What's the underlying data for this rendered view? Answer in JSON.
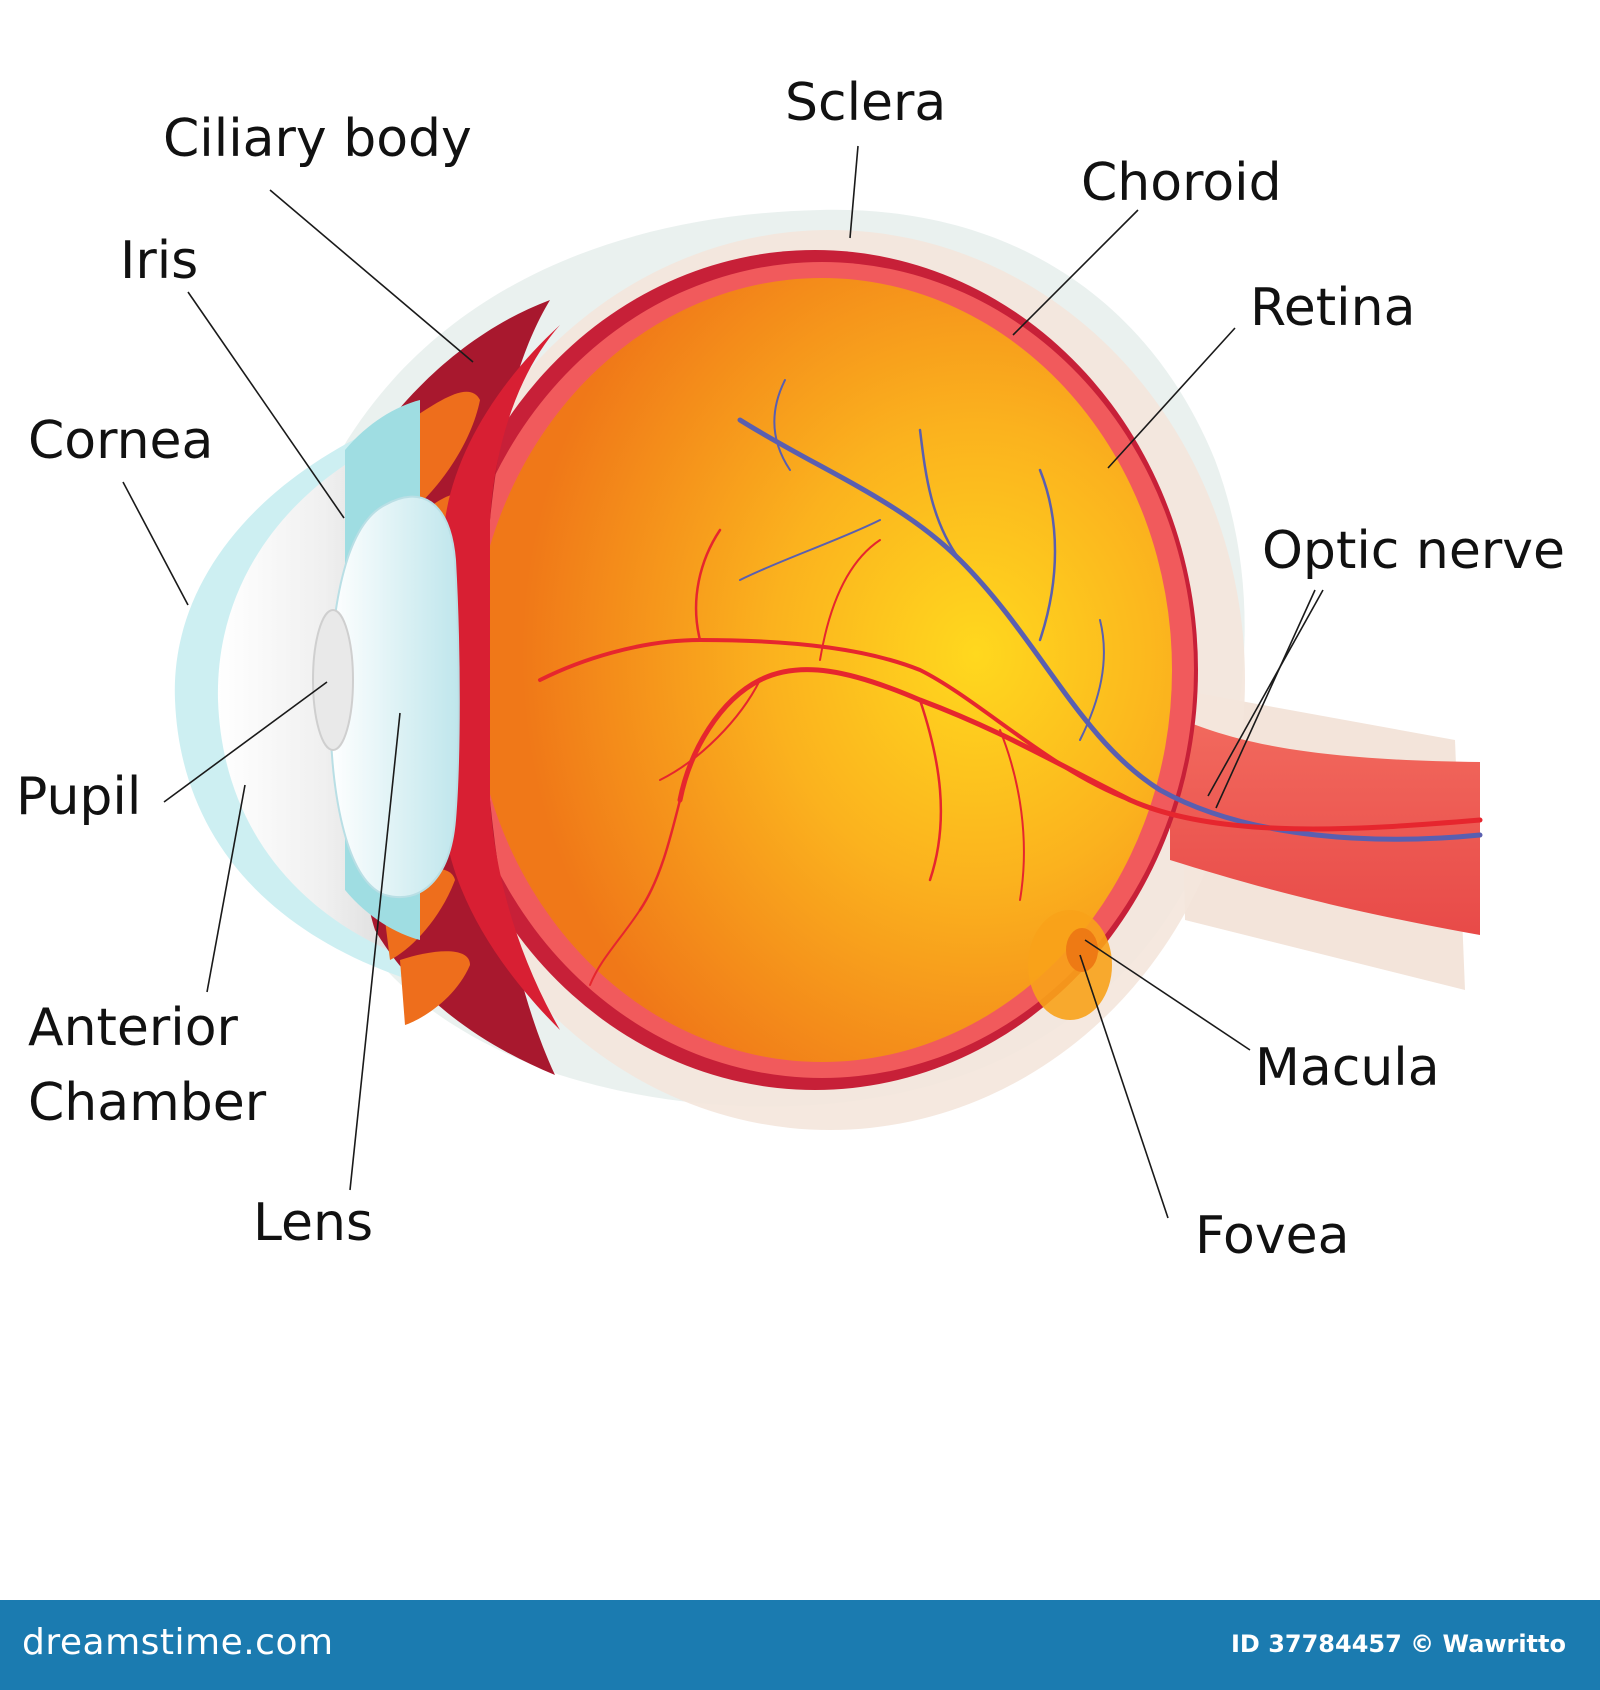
{
  "labels": {
    "sclera": "Sclera",
    "ciliary_body": "Ciliary body",
    "choroid": "Choroid",
    "iris": "Iris",
    "retina": "Retina",
    "cornea": "Cornea",
    "optic_nerve": "Optic nerve",
    "pupil": "Pupil",
    "anterior_chamber_line1": "Anterior",
    "anterior_chamber_line2": "Chamber",
    "macula": "Macula",
    "lens": "Lens",
    "fovea": "Fovea"
  },
  "footer": {
    "site": "dreamstime.com",
    "id_line": "ID 37784457 © Wawritto"
  },
  "colors": {
    "vitreous_light": "#ffd21a",
    "vitreous_dark": "#f07a1a",
    "choroid": "#c8203a",
    "retina": "#f25a5a",
    "sclera": "#f5e6dc",
    "cornea": "#cfeef0",
    "lens": "#dff3f6",
    "artery": "#e8202a",
    "vein": "#5a5fb0",
    "footer_bg": "#1b7bb0"
  }
}
